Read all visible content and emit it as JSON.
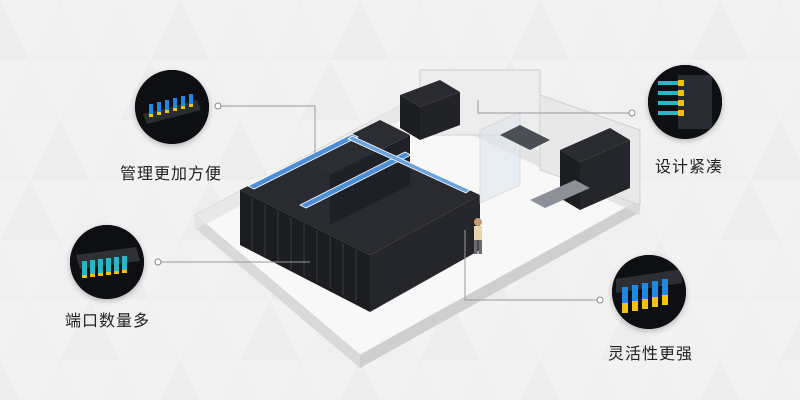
{
  "callouts": [
    {
      "id": "management",
      "label": "管理更加方便",
      "icon": "fiber-patch-cassette-icon"
    },
    {
      "id": "ports",
      "label": "端口数量多",
      "icon": "high-density-ports-icon"
    },
    {
      "id": "compact",
      "label": "设计紧凑",
      "icon": "compact-module-icon"
    },
    {
      "id": "flexibility",
      "label": "灵活性更强",
      "icon": "flexible-connector-icon"
    }
  ],
  "colors": {
    "background": "#f2f2f2",
    "triangle": "#e6e6e6",
    "floor_top": "#f7f7f7",
    "wall": "#dcdcdc",
    "rack": "#1c1d21",
    "rack_highlight": "#3a3d44",
    "tray_blue": "#4d8fd6",
    "leader_line": "#9a9a9a",
    "fiber_blue": "#1e88e5",
    "fiber_aqua": "#29b6c6",
    "fiber_yellow": "#f4c20d"
  }
}
